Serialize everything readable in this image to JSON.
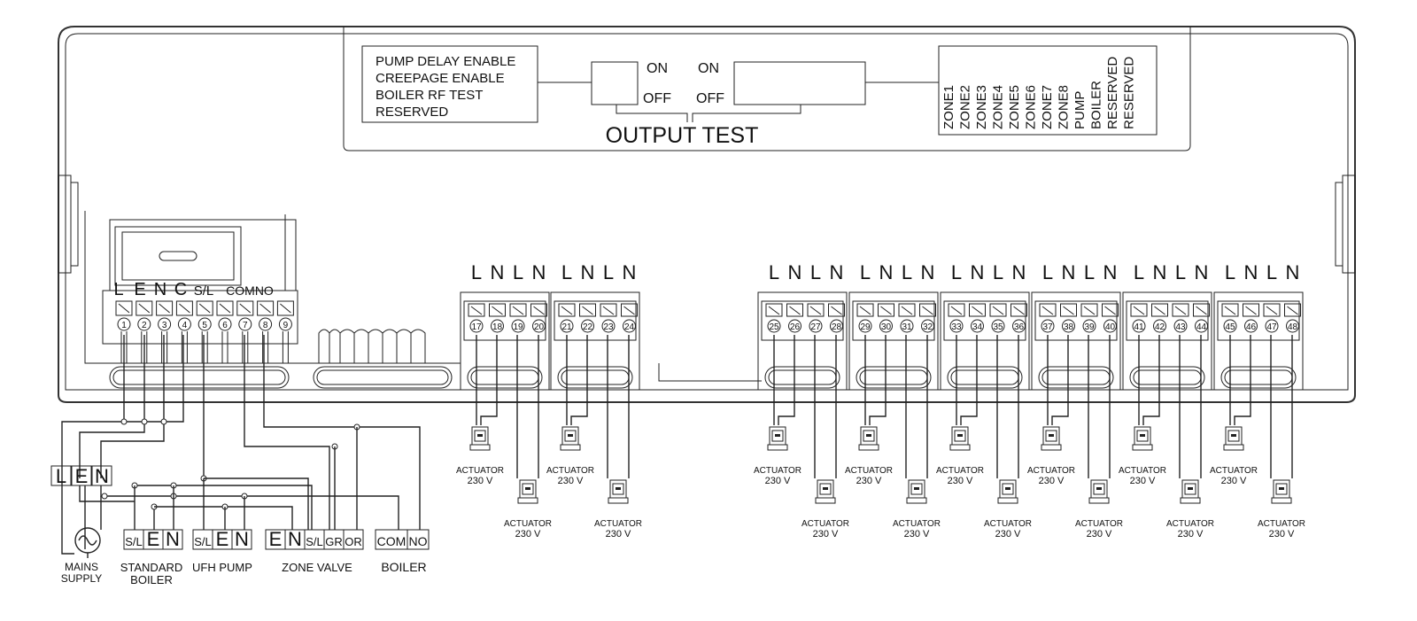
{
  "dip_left": {
    "labels": [
      "PUMP DELAY ENABLE",
      "CREEPAGE ENABLE",
      "BOILER RF TEST",
      "RESERVED"
    ],
    "on": "ON",
    "off": "OFF"
  },
  "dip_right": {
    "on": "ON",
    "off": "OFF",
    "labels": [
      "ZONE1",
      "ZONE2",
      "ZONE3",
      "ZONE4",
      "ZONE5",
      "ZONE6",
      "ZONE7",
      "ZONE8",
      "PUMP",
      "BOILER",
      "RESERVED",
      "RESERVED"
    ]
  },
  "output_test": "OUTPUT TEST",
  "power_block": {
    "header": [
      "L",
      "E",
      "N",
      "C",
      "S/L",
      "COMNO"
    ],
    "terminals": [
      "1",
      "2",
      "3",
      "4",
      "5",
      "6",
      "7",
      "8",
      "9"
    ]
  },
  "zone_header": [
    "L",
    "N",
    "L",
    "N"
  ],
  "zone_groups": [
    [
      "17",
      "18",
      "19",
      "20"
    ],
    [
      "21",
      "22",
      "23",
      "24"
    ],
    [
      "25",
      "26",
      "27",
      "28"
    ],
    [
      "29",
      "30",
      "31",
      "32"
    ],
    [
      "33",
      "34",
      "35",
      "36"
    ],
    [
      "37",
      "38",
      "39",
      "40"
    ],
    [
      "41",
      "42",
      "43",
      "44"
    ],
    [
      "45",
      "46",
      "47",
      "48"
    ]
  ],
  "actuator": {
    "line1": "ACTUATOR",
    "line2": "230 V"
  },
  "mains": {
    "terminals": [
      "L",
      "E",
      "N"
    ],
    "label1": "MAINS",
    "label2": "SUPPLY"
  },
  "standard_boiler": {
    "terminals": [
      "S/L",
      "E",
      "N"
    ],
    "label1": "STANDARD",
    "label2": "BOILER"
  },
  "ufh_pump": {
    "terminals": [
      "S/L",
      "E",
      "N"
    ],
    "label": "UFH PUMP"
  },
  "zone_valve": {
    "terminals": [
      "E",
      "N",
      "S/L",
      "GR",
      "OR"
    ],
    "label": "ZONE VALVE"
  },
  "boiler": {
    "terminals": [
      "COM",
      "NO"
    ],
    "label": "BOILER"
  }
}
